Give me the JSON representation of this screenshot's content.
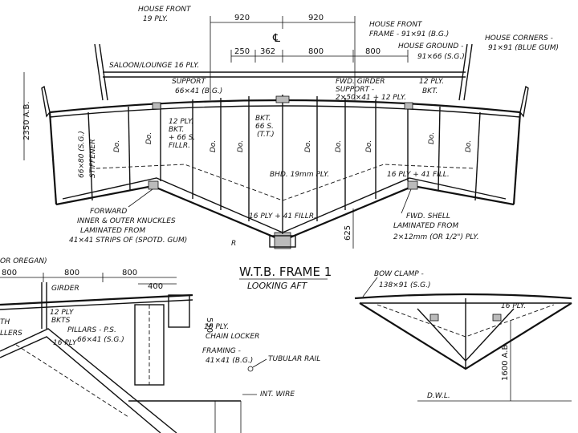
{
  "title": "W.T.B. FRAME 1",
  "subtitle": "LOOKING AFT",
  "dims_top": [
    "920",
    "920",
    "250",
    "362",
    "800",
    "800"
  ],
  "dims_left": [
    "800",
    "800",
    "400"
  ],
  "dims_vert": [
    "2350 A.B.",
    "625",
    "550",
    "1600 A.B."
  ],
  "labels": {
    "house_front": "HOUSE FRONT",
    "house_front_ply": "19 PLY.",
    "house_front_frame": "HOUSE FRONT",
    "house_front_frame2": "FRAME - 91×91 (B.G.)",
    "house_corners": "HOUSE CORNERS -",
    "house_corners2": "91×91 (BLUE GUM)",
    "house_ground": "HOUSE GROUND -",
    "house_ground2": "91×66 (S.G.)",
    "saloon": "SALOON/LOUNGE 16 PLY.",
    "support": "SUPPORT",
    "support2": "66×41 (B.G.)",
    "fwd_girder": "FWD. GIRDER",
    "fwd_girder2": "SUPPORT -",
    "fwd_girder3": "2×50×41 + 12 PLY.",
    "ply_bkt_r": "12 PLY.",
    "ply_bkt_r2": "BKT.",
    "bkt_12": "12 PLY.",
    "bkt_12b": "BKT.",
    "bkt_12c": "+ 66 S.",
    "bkt_12d": "FILLR.",
    "bkt_c": "BKT.",
    "bkt_c2": "66 S.",
    "bkt_c3": "(T.T.)",
    "stiffener": "66×80 (S.G.)",
    "stiffener2": "STIFFENER",
    "bhd": "BHD. 19mm PLY.",
    "fill_r": "16 PLY + 41 FILL.",
    "forward": "FORWARD",
    "forward2": "INNER & OUTER KNUCKLES",
    "forward3": "LAMINATED FROM",
    "forward4": "41×41 STRIPS OF (SPOTD. GUM)",
    "filler_c": "16 PLY + 41 FILLR.",
    "fwd_shell": "FWD. SHELL",
    "fwd_shell2": "LAMINATED FROM",
    "fwd_shell3": "2×12mm (OR 1/2\") PLY.",
    "or_oregan": "OR OREGAN)",
    "girder": "GIRDER",
    "ply_bkts": "12 PLY",
    "ply_bkts2": "BKTS",
    "pillars": "PILLARS - P.S.",
    "pillars2": "66×41 (S.G.)",
    "ply16": "16 PLY",
    "th": "TH",
    "llers": "LLERS",
    "chain_locker": "16 PLY.",
    "chain_locker2": "CHAIN LOCKER",
    "chain_locker3": "FRAMING -",
    "chain_locker4": "41×41 (B.G.)",
    "tubular": "TUBULAR RAIL",
    "int_wire": "INT. WIRE",
    "bow_clamp": "BOW CLAMP -",
    "bow_clamp2": "138×91 (S.G.)",
    "ply16b": "16 PLY.",
    "dwl": "D.W.L.",
    "do": "Do.",
    "cl": "℄",
    "sig": "R"
  }
}
